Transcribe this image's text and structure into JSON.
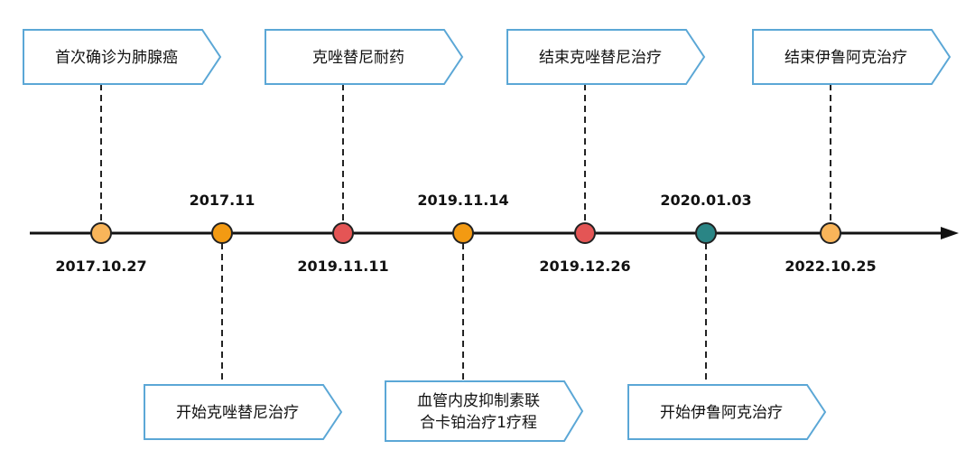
{
  "events": [
    {
      "date": "2017.10.27",
      "label": [
        "首次确诊为肺腺癌"
      ],
      "color": "#F9B55A",
      "marker_color_name": "light-orange"
    },
    {
      "date": "2017.11",
      "label": [
        "开始克唑替尼治疗"
      ],
      "color": "#F39A12",
      "marker_color_name": "orange"
    },
    {
      "date": "2019.11.11",
      "label": [
        "克唑替尼耐药"
      ],
      "color": "#E45555",
      "marker_color_name": "red"
    },
    {
      "date": "2019.11.14",
      "label": [
        "血管内皮抑制素联",
        "合卡铂治疗1疗程"
      ],
      "color": "#F39A12",
      "marker_color_name": "orange"
    },
    {
      "date": "2019.12.26",
      "label": [
        "结束克唑替尼治疗"
      ],
      "color": "#E45555",
      "marker_color_name": "red"
    },
    {
      "date": "2020.01.03",
      "label": [
        "开始伊鲁阿克治疗"
      ],
      "color": "#2A8585",
      "marker_color_name": "teal"
    },
    {
      "date": "2022.10.25",
      "label": [
        "结束伊鲁阿克治疗"
      ],
      "color": "#F9B55A",
      "marker_color_name": "light-orange"
    }
  ],
  "colors": {
    "axis": "#111111",
    "callout_stroke": "#5BA7D6",
    "callout_fill": "#FFFFFF",
    "connector": "#222222"
  }
}
